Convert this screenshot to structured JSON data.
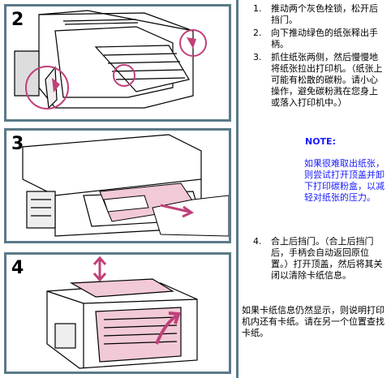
{
  "steps": [
    {
      "num": "1.",
      "text": "推动两个灰色栓锁，松开后挡门。"
    },
    {
      "num": "2.",
      "text": "向下推动绿色的纸张释出手柄。"
    },
    {
      "num": "3.",
      "text": "抓住纸张两侧，然后慢慢地将纸张拉出打印机。（纸张上可能有松散的碳粉。请小心操作，避免碳粉溅在您身上或落入打印机中。）"
    },
    {
      "num": "4.",
      "text": "合上后挡门。（合上后挡门后，手柄会自动返回原位置。）打开顶盖，然后将其关闭以清除卡纸信息。"
    }
  ],
  "note": {
    "title": "NOTE:",
    "body": "如果很难取出纸张，则尝试打开顶盖并卸下打印碳粉盒，以减轻对纸张的压力。"
  },
  "final_text": "如果卡纸信息仍然显示，则说明打印机内还有卡纸。请在另一个位置查找卡纸。",
  "panels": [
    {
      "label": "2"
    },
    {
      "label": "3"
    },
    {
      "label": "4"
    }
  ],
  "colors": {
    "border": "#5a7a88",
    "note_text": "#1a1aff",
    "highlight": "#c0407a",
    "paper_pink": "#f2c9d6"
  }
}
